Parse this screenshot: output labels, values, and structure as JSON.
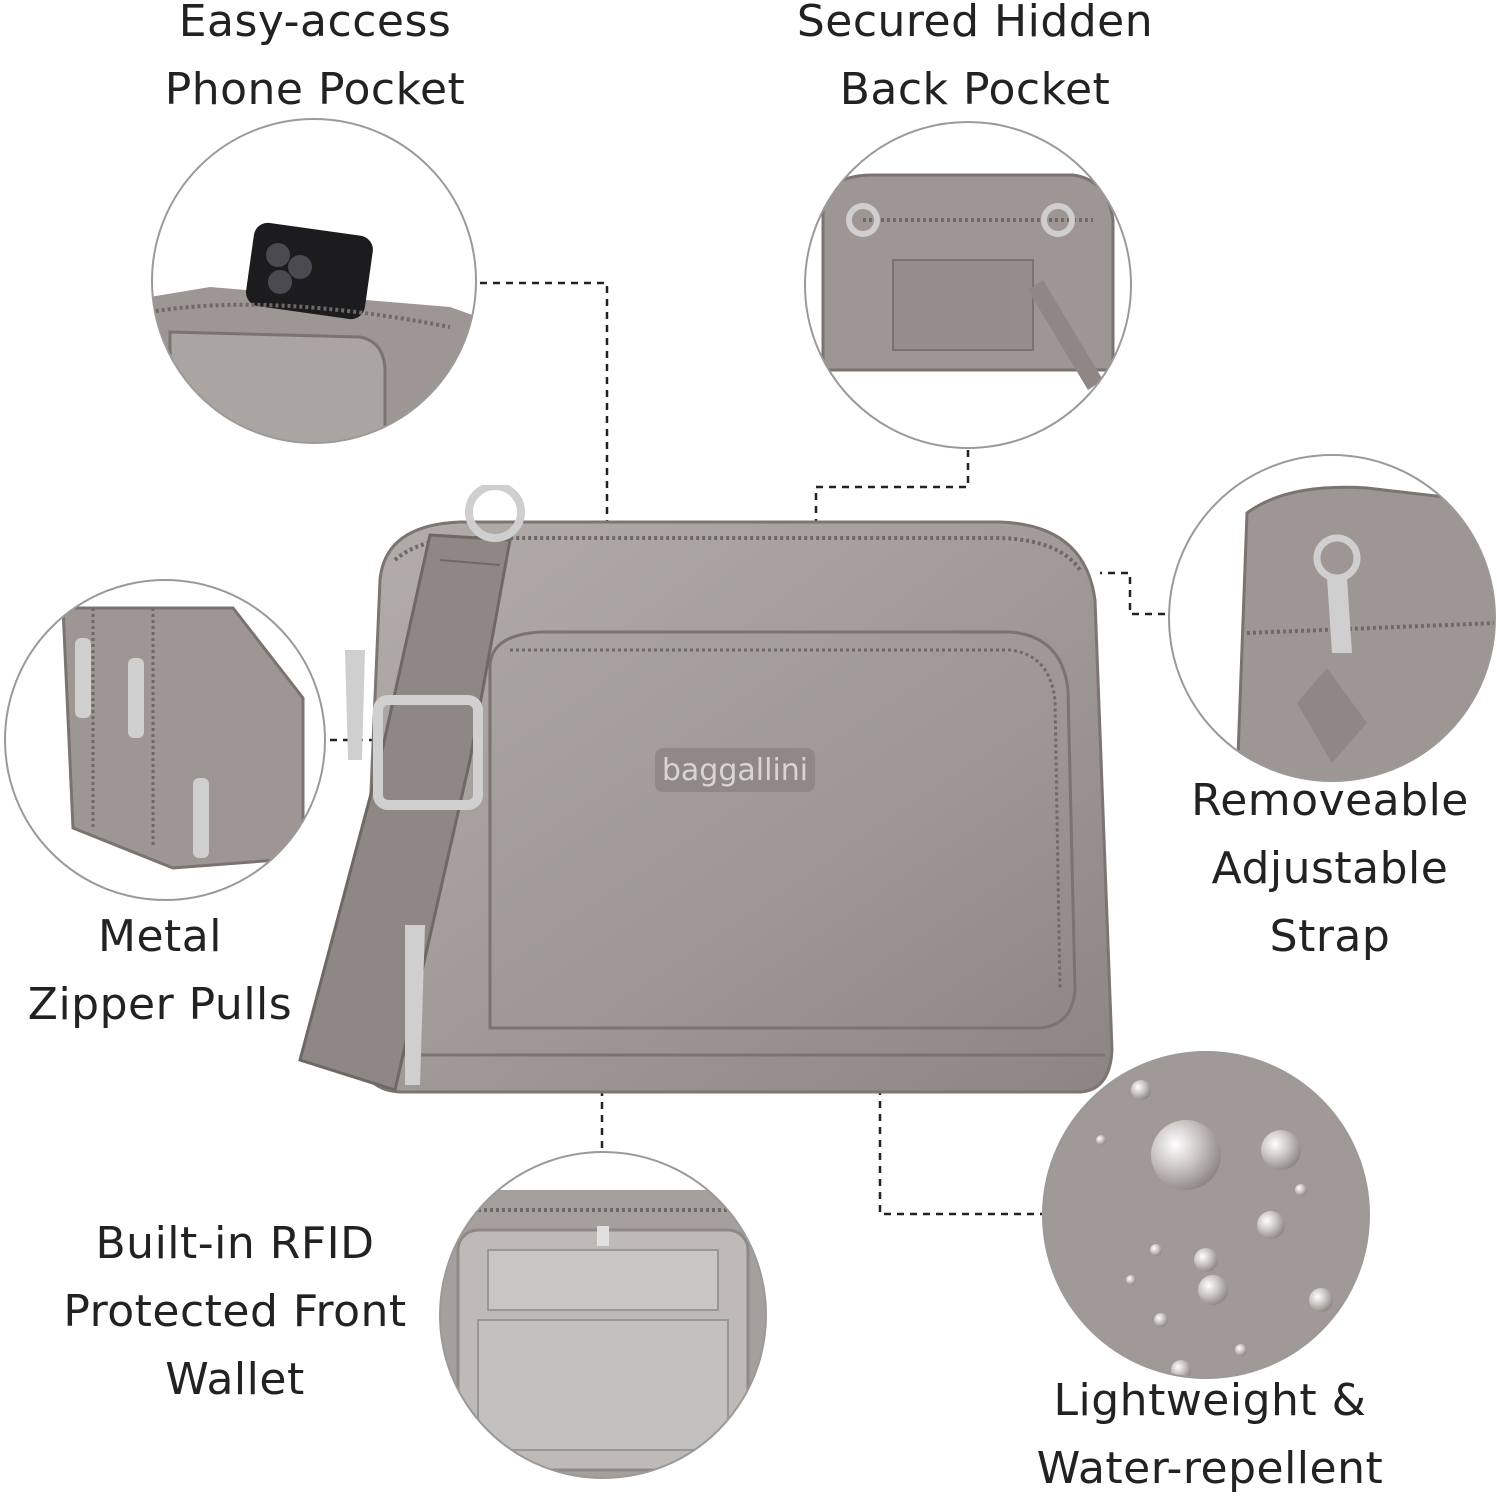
{
  "features": [
    {
      "id": "phone-pocket",
      "lines": [
        "Easy-access",
        "Phone Pocket"
      ]
    },
    {
      "id": "back-pocket",
      "lines": [
        "Secured Hidden",
        "Back Pocket"
      ]
    },
    {
      "id": "strap",
      "lines": [
        "Removeable",
        "Adjustable",
        "Strap"
      ]
    },
    {
      "id": "zipper-pulls",
      "lines": [
        "Metal",
        "Zipper Pulls"
      ]
    },
    {
      "id": "rfid-wallet",
      "lines": [
        "Built-in RFID",
        "Protected Front",
        "Wallet"
      ]
    },
    {
      "id": "water-repellent",
      "lines": [
        "Lightweight &",
        "Water-repellent"
      ]
    }
  ],
  "product": {
    "logo_text": "baggallini"
  },
  "colors": {
    "fabric": "#9d9692",
    "fabric_dark": "#7c7571",
    "fabric_light": "#b4aeaa",
    "lining": "#bdbab7",
    "metal": "#c9c9c9",
    "phone": "#1c1c1f",
    "leader_line": "#222222",
    "circle_border": "#9a9a9a",
    "text": "#222222"
  }
}
